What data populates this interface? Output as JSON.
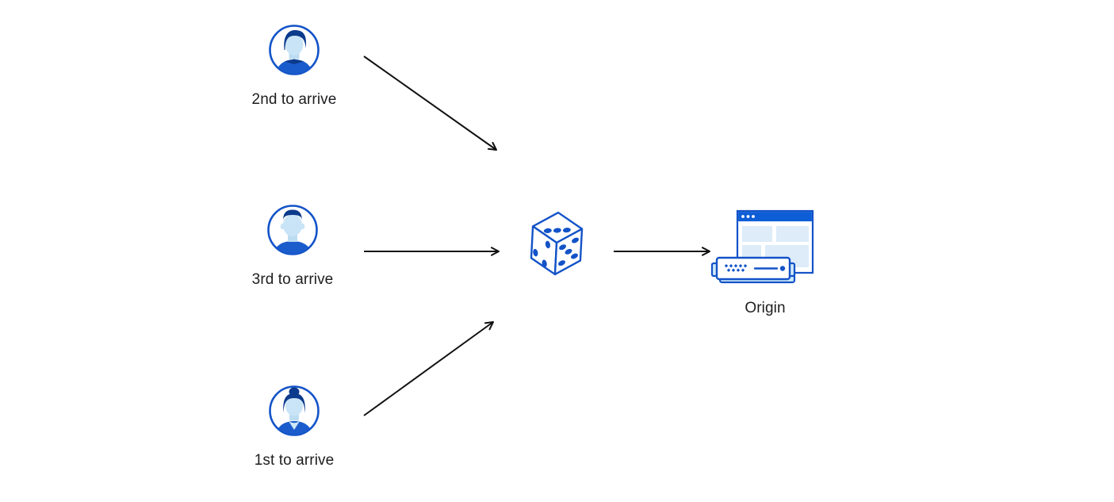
{
  "diagram": {
    "clients": [
      {
        "label": "2nd to arrive",
        "icon": "man-swept-hair-avatar-icon"
      },
      {
        "label": "3rd to arrive",
        "icon": "man-short-hair-avatar-icon"
      },
      {
        "label": "1st to arrive",
        "icon": "woman-bun-hair-avatar-icon"
      }
    ],
    "selector": {
      "icon": "dice-icon"
    },
    "origin": {
      "label": "Origin",
      "icon": "origin-server-icon"
    }
  },
  "colors": {
    "primary_blue": "#1353c8",
    "dark_navy": "#0c3a8c",
    "skin_light_blue": "#c9e4f6",
    "panel_light_blue": "#ddecf8",
    "titlebar_blue": "#0d5dd6",
    "shirt_blue": "#1b5ccc",
    "arrow_color": "#111111",
    "label_color": "#1d1d1f",
    "background": "#ffffff"
  }
}
